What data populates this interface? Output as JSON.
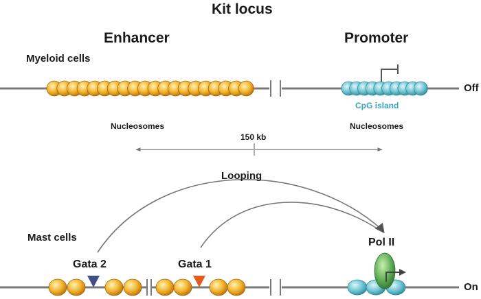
{
  "title": "Kit locus",
  "regions": {
    "enhancer": "Enhancer",
    "promoter": "Promoter"
  },
  "myeloid": {
    "label": "Myeloid cells",
    "state": "Off",
    "cpg_label": "CpG island",
    "nucleosomes_left": "Nucleosomes",
    "nucleosomes_right": "Nucleosomes"
  },
  "distance_label": "150 kb",
  "looping_label": "Looping",
  "mast": {
    "label": "Mast cells",
    "state": "On",
    "gata2": "Gata 2",
    "gata1": "Gata 1",
    "pol2": "Pol II"
  },
  "colors": {
    "dna": "#7a7a7a",
    "enhancer_nucleosome": "#e9a422",
    "promoter_nucleosome": "#6cc3d2",
    "gata2_marker": "#3d4f86",
    "gata1_marker": "#e45a1f",
    "pol2": "#4d9a4c",
    "arrow": "#555555"
  }
}
